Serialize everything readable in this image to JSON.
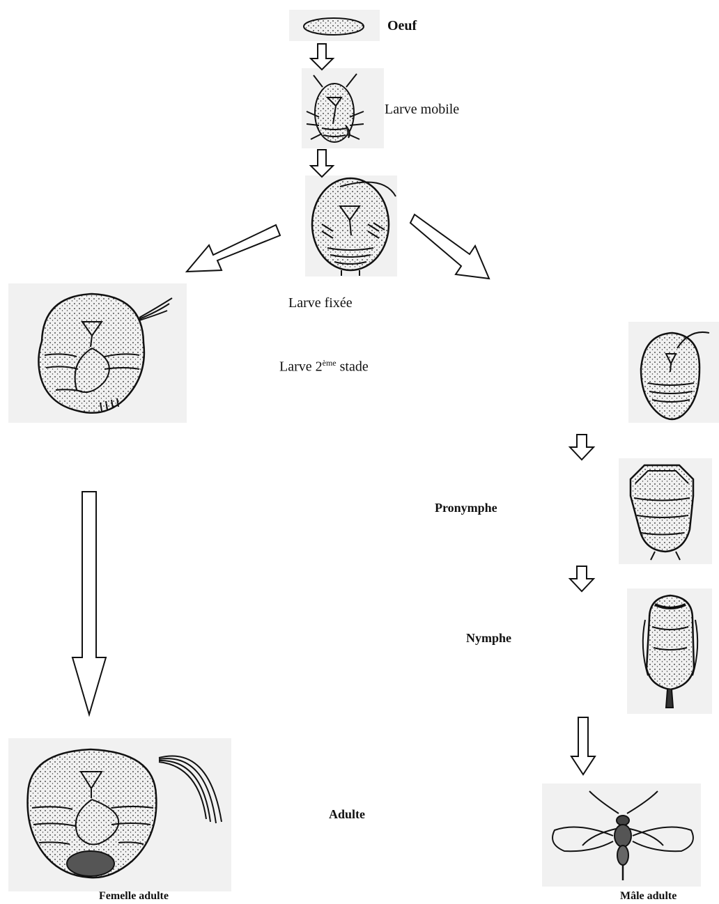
{
  "stages": {
    "egg": "Oeuf",
    "mobile_larva": "Larve mobile",
    "fixed_larva": "Larve fixée",
    "second_stage_base": "Larve 2",
    "second_stage_sup": "ème",
    "second_stage_rest": " stade",
    "pronymph": "Pronymphe",
    "nymph": "Nymphe",
    "adult": "Adulte",
    "female_adult": "Femelle adulte",
    "male_adult": "Mâle adulte"
  }
}
